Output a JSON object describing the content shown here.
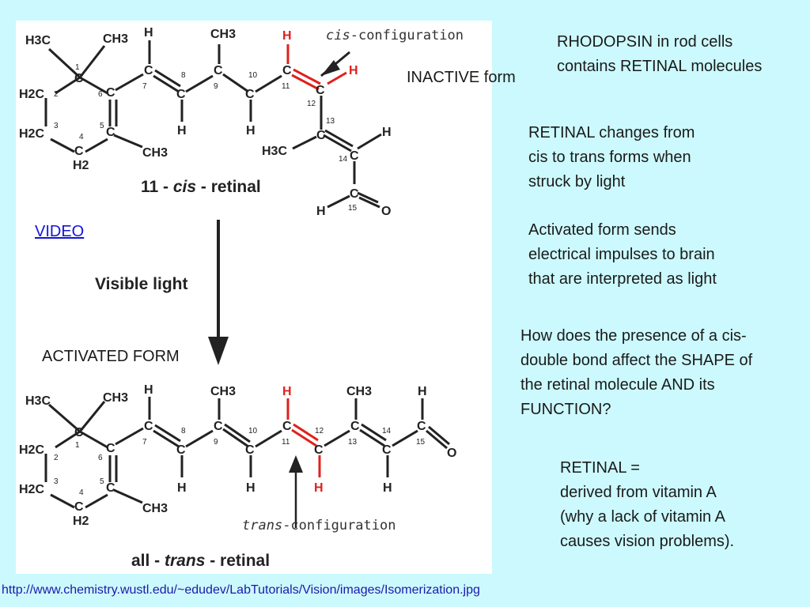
{
  "molecule_top": {
    "caption_prefix": "11 - ",
    "caption_italic": "cis",
    "caption_suffix": " - retinal",
    "config_italic": "cis",
    "config_suffix": "-configuration",
    "labels": {
      "h3c": "H3C",
      "ch3": "CH3",
      "h2c": "H2C",
      "h2": "H2",
      "c": "C",
      "h": "H",
      "o": "O"
    },
    "numbers": [
      "1",
      "2",
      "3",
      "4",
      "5",
      "6",
      "7",
      "8",
      "9",
      "10",
      "11",
      "12",
      "13",
      "14",
      "15"
    ]
  },
  "arrow_label": "Visible light",
  "molecule_bottom": {
    "caption_prefix": "all - ",
    "caption_italic": "trans",
    "caption_suffix": " - retinal",
    "config_italic": "trans",
    "config_suffix": "-configuration"
  },
  "colors": {
    "background": "#ccf9fd",
    "highlight": "#e0201c",
    "link": "#1414d8"
  },
  "text": {
    "rhodopsin": "RHODOPSIN in rod cells\ncontains RETINAL molecules",
    "inactive": "INACTIVE form",
    "changes": "RETINAL changes from\ncis to trans forms when\nstruck by light",
    "activated_desc": "Activated form sends\nelectrical impulses to  brain\nthat are  interpreted as light",
    "question": " How does the presence of a cis-\ndouble bond affect the SHAPE of\nthe retinal molecule AND its\nFUNCTION?",
    "retinal_def": "RETINAL =\nderived from vitamin A\n(why a lack of vitamin A\ncauses vision problems).",
    "activated_form": "ACTIVATED FORM",
    "video": "VIDEO",
    "source_url": "http://www.chemistry.wustl.edu/~edudev/LabTutorials/Vision/images/Isomerization.jpg"
  }
}
